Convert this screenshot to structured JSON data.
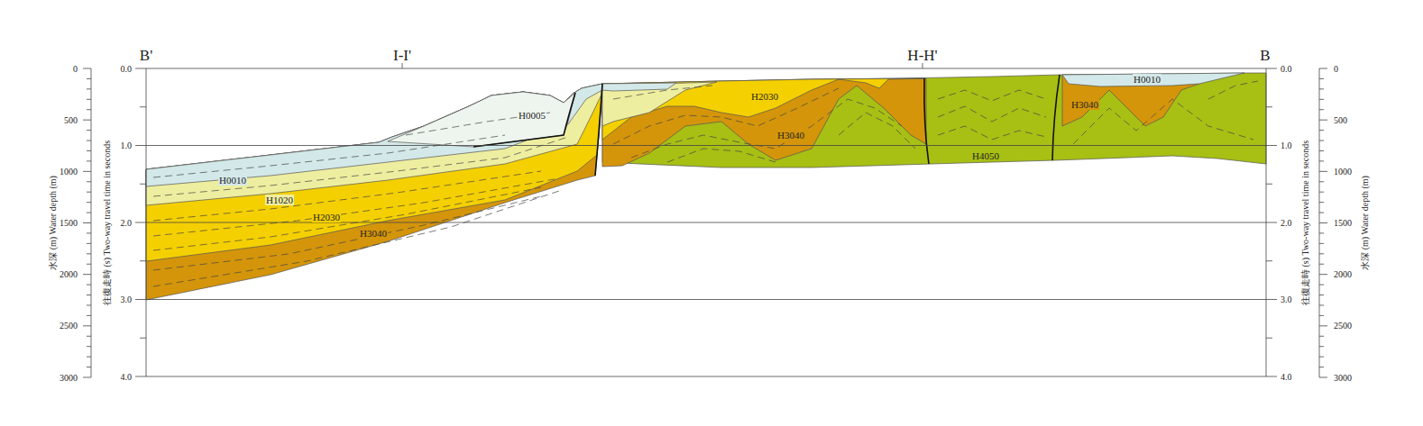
{
  "diagram": {
    "labels": [
      "B'",
      "I-I'",
      "H-H'",
      "B",
      "0",
      "500",
      "1000",
      "1500",
      "2000",
      "2500",
      "3000",
      "水深 (m) Water depth (m)",
      "0.0",
      "1.0",
      "2.0",
      "3.0",
      "4.0",
      "往復走時 (s) Two-way travel time in seconds",
      "0.0",
      "1.0",
      "2.0",
      "3.0",
      "4.0",
      "往復走時 (s) Two-way travel time in seconds",
      "0",
      "500",
      "1000",
      "1500",
      "2000",
      "2500",
      "3000",
      "水深 (m) Water depth (m)",
      "H0005",
      "H0010",
      "H1020",
      "H2030",
      "H3040",
      "H2030",
      "H3040",
      "H4050",
      "H0010",
      "H3040"
    ]
  }
}
